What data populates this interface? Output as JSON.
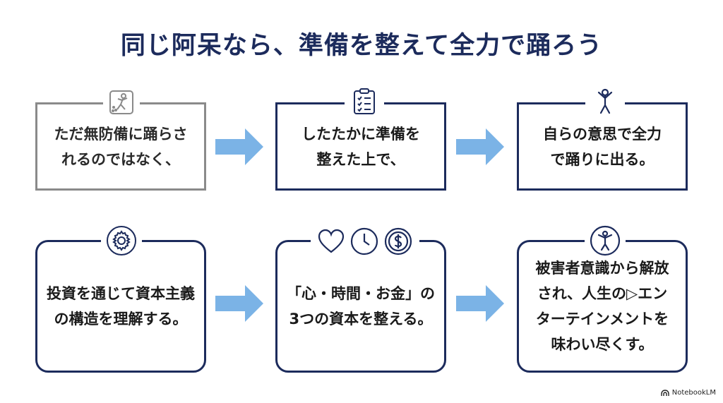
{
  "title": "同じ阿呆なら、準備を整えて全力で踊ろう",
  "row1": [
    {
      "text": "ただ無防備に踊らさ\nれるのではなく、",
      "icon": "dancing-figure-icon"
    },
    {
      "text": "したたかに準備を\n整えた上で、",
      "icon": "clipboard-checklist-icon"
    },
    {
      "text": "自らの意思で全力\nで踊りに出る。",
      "icon": "jumping-person-icon"
    }
  ],
  "row2": [
    {
      "text": "投資を通じて資本主義\nの構造を理解する。",
      "icon": "gear-icon"
    },
    {
      "text": "「心・時間・お金」の\n3つの資本を整える。",
      "icons": [
        "heart-icon",
        "clock-icon",
        "dollar-coin-icon"
      ]
    },
    {
      "text": "被害者意識から解放\nされ、人生の▷エン\nターテインメントを\n味わい尽くす。",
      "icon": "celebrating-person-icon"
    }
  ],
  "branding": "NotebookLM",
  "colors": {
    "navy": "#1c2b5c",
    "gray_border": "#8a8a8a",
    "arrow": "#7bb3e6"
  }
}
